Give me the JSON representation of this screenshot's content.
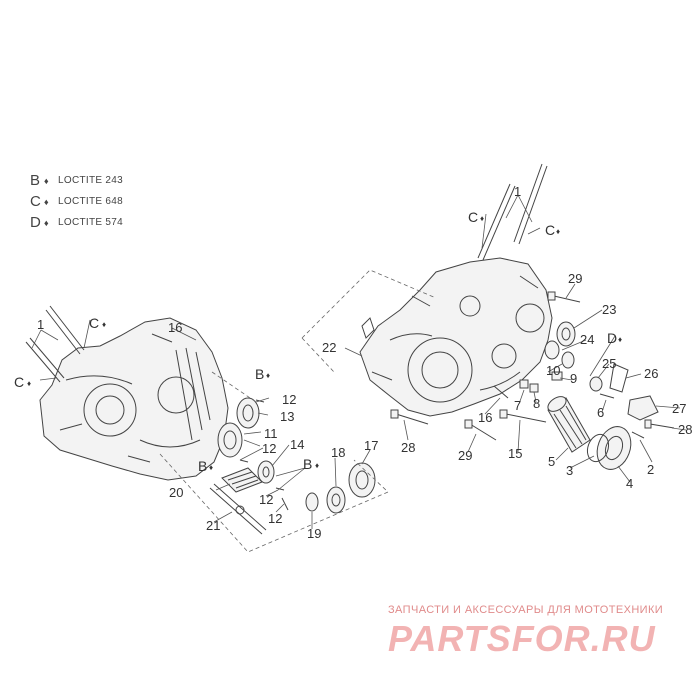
{
  "legend": [
    {
      "letter": "B",
      "text": "LOCTITE 243"
    },
    {
      "letter": "C",
      "text": "LOCTITE 648"
    },
    {
      "letter": "D",
      "text": "LOCTITE 574"
    }
  ],
  "drop_symbol": "♦",
  "callouts": {
    "n1": "1",
    "n2": "2",
    "n3": "3",
    "n4": "4",
    "n5": "5",
    "n6": "6",
    "n7": "7",
    "n8": "8",
    "n9": "9",
    "n10": "10",
    "n11": "11",
    "n12": "12",
    "n13": "13",
    "n14": "14",
    "n15": "15",
    "n16": "16",
    "n17": "17",
    "n18": "18",
    "n19": "19",
    "n20": "20",
    "n21": "21",
    "n22": "22",
    "n23": "23",
    "n24": "24",
    "n25": "25",
    "n26": "26",
    "n27": "27",
    "n28": "28",
    "n29": "29"
  },
  "markers": {
    "b": "B",
    "c": "C",
    "d": "D"
  },
  "watermark": {
    "tagline": "ЗАПЧАСТИ И АКСЕССУАРЫ ДЛЯ МОТОТЕХНИКИ",
    "logo": "PARTSFOR.RU"
  }
}
